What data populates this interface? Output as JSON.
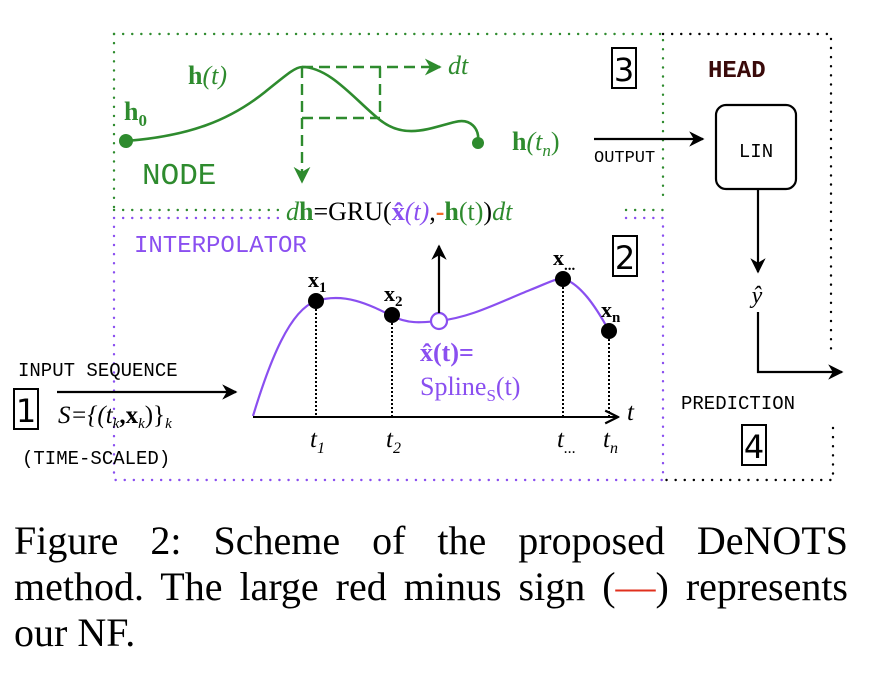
{
  "colors": {
    "node_green": "#2e8b2e",
    "interp_purple": "#8a4ff0",
    "head_dark": "#3a0a0a",
    "minus_orange": "#f26b2a",
    "caption_red": "#e0301e",
    "black": "#000000"
  },
  "node": {
    "title": "NODE",
    "step_number": "3",
    "h0_label": "h",
    "h0_sub": "0",
    "ht_label": "h",
    "ht_arg": "(t)",
    "dt_label": "dt",
    "htn_label": "h",
    "htn_arg_open": "(t",
    "htn_arg_sub": "n",
    "htn_arg_close": ")"
  },
  "equation": {
    "d": "d",
    "h": "h",
    "eq_gru": "=GRU(",
    "xhat": "x̂",
    "xhat_arg": "(t)",
    "comma": ",",
    "minus": "-",
    "h2": "h",
    "h2_arg": "(t)",
    "close": ")",
    "dt": "dt"
  },
  "interpolator": {
    "title": "INTERPOLATOR",
    "step_number": "2",
    "points": [
      {
        "label": "x",
        "sub": "1",
        "tick": "t",
        "tick_sub": "1"
      },
      {
        "label": "x",
        "sub": "2",
        "tick": "t",
        "tick_sub": "2"
      },
      {
        "label": "x",
        "sub": "...",
        "tick": "t",
        "tick_sub": "..."
      },
      {
        "label": "x",
        "sub": "n",
        "tick": "t",
        "tick_sub": "n"
      }
    ],
    "axis_label": "t",
    "spline_line1": "x̂(t)=",
    "spline_line2_main": "Spline",
    "spline_line2_sub": "S",
    "spline_line2_arg": "(t)"
  },
  "input": {
    "title": "INPUT SEQUENCE",
    "step_number": "1",
    "formula_main": "S={(t",
    "formula_k1": "k",
    "formula_mid": ",x",
    "formula_k2": "k",
    "formula_close": ")}",
    "formula_k3": "k",
    "subtitle": "(TIME-SCALED)"
  },
  "output_label": "OUTPUT",
  "head": {
    "title": "HEAD",
    "block_label": "LIN",
    "yhat": "ŷ",
    "prediction_label": "PREDICTION",
    "step_number": "4"
  },
  "caption": {
    "prefix": "Figure 2:  Scheme of the proposed DeNOTS method. The large red minus sign (",
    "symbol": "—",
    "suffix": ") represents our NF."
  }
}
